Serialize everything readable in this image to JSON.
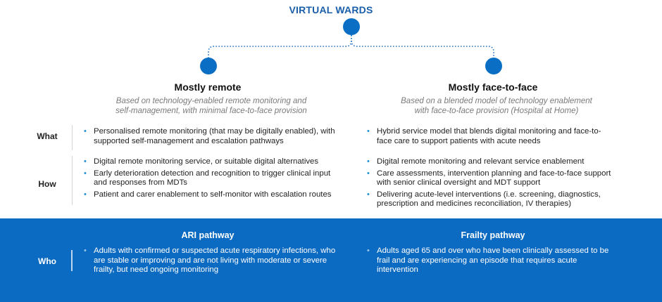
{
  "title": "VIRTUAL WARDS",
  "columns": [
    {
      "title": "Mostly remote",
      "subtitle_line1": "Based on technology-enabled remote monitoring and",
      "subtitle_line2": "self-management, with minimal face-to-face provision"
    },
    {
      "title": "Mostly face-to-face",
      "subtitle_line1": "Based on a blended model of technology enablement",
      "subtitle_line2": "with face-to-face provision (Hospital at Home)"
    }
  ],
  "rows": {
    "what": {
      "label": "What",
      "left": [
        "Personalised remote monitoring (that may be digitally enabled), with supported self-management and escalation pathways"
      ],
      "right": [
        "Hybrid service model that blends digital monitoring and face-to-face care to support patients with acute needs"
      ]
    },
    "how": {
      "label": "How",
      "left": [
        "Digital remote monitoring service, or suitable digital alternatives",
        "Early deterioration detection and recognition to trigger clinical input and responses from MDTs",
        "Patient and carer enablement to self-monitor with escalation routes"
      ],
      "right": [
        "Digital remote monitoring and relevant service enablement",
        "Care assessments, intervention planning and face-to-face support with senior clinical oversight and MDT support",
        "Delivering acute-level interventions (i.e. screening, diagnostics, prescription and medicines reconciliation, IV therapies)"
      ]
    },
    "who": {
      "label": "Who",
      "left_title": "ARI pathway",
      "right_title": "Frailty pathway",
      "left": [
        "Adults with confirmed or suspected acute respiratory infections, who are stable or improving and are not living with moderate or severe frailty, but need ongoing monitoring"
      ],
      "right": [
        "Adults aged 65 and over who have been clinically assessed to be frail and are experiencing an episode that requires acute intervention"
      ]
    }
  },
  "colors": {
    "accent": "#0a6fc4",
    "title": "#1b5ea9",
    "band": "#0b6ac1",
    "subtitle": "#7a7a7a"
  }
}
